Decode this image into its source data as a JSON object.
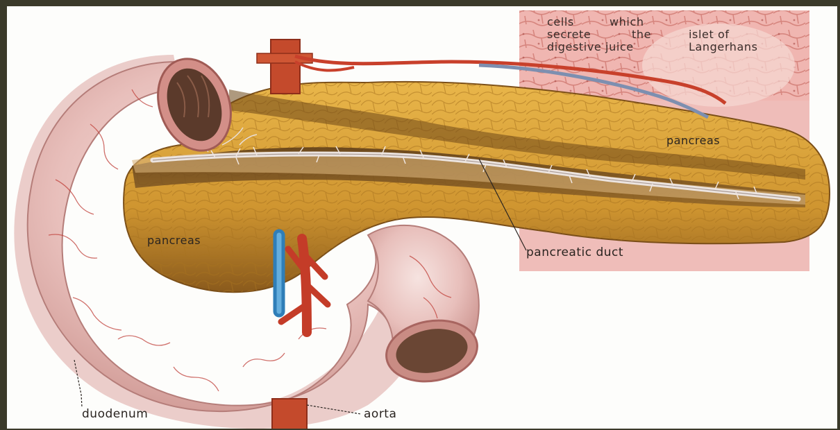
{
  "labels": {
    "cells_line1": "cells",
    "cells_line2": "which",
    "cells_line3": "secrete",
    "cells_line4": "the",
    "cells_line5": "digestive juice",
    "islet_line1": "islet of",
    "islet_line2": "Langerhans",
    "pancreas_right": "pancreas",
    "pancreas_left": "pancreas",
    "pancreatic_duct": "pancreatic duct",
    "duodenum": "duodenum",
    "aorta": "aorta"
  },
  "colors": {
    "frame": "#3b3a2a",
    "inset_background": "#efb7b3",
    "pancreas": "#d8a23a",
    "duodenum": "#e9c2bf",
    "artery": "#c6402a",
    "vein": "#3e8fc4",
    "duct": "#ddd4cf"
  }
}
